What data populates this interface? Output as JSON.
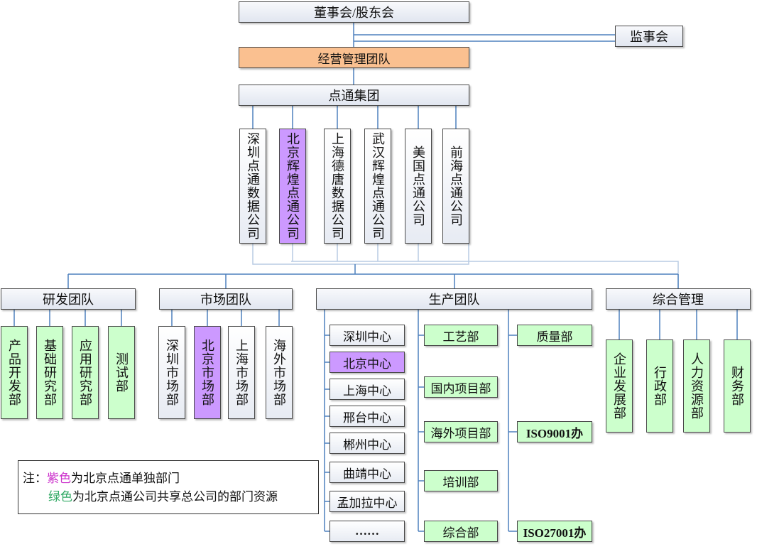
{
  "top": {
    "board": "董事会/股东会",
    "supervisors": "监事会",
    "management": "经营管理团队",
    "group": "点通集团"
  },
  "companies": [
    {
      "label": "深圳点通数据公司",
      "color": "none"
    },
    {
      "label": "北京辉煌点通公司",
      "color": "purple"
    },
    {
      "label": "上海德唐数据公司",
      "color": "none"
    },
    {
      "label": "武汉辉煌点通公司",
      "color": "none"
    },
    {
      "label": "美国点通公司",
      "color": "none"
    },
    {
      "label": "前海点通公司",
      "color": "none"
    }
  ],
  "teams": {
    "rd": {
      "title": "研发团队",
      "depts": [
        {
          "label": "产品开发部",
          "color": "green"
        },
        {
          "label": "基础研究部",
          "color": "green"
        },
        {
          "label": "应用研究部",
          "color": "green"
        },
        {
          "label": "测试部",
          "color": "green"
        }
      ]
    },
    "market": {
      "title": "市场团队",
      "depts": [
        {
          "label": "深圳市场部",
          "color": "none"
        },
        {
          "label": "北京市场部",
          "color": "purple"
        },
        {
          "label": "上海市场部",
          "color": "none"
        },
        {
          "label": "海外市场部",
          "color": "none"
        }
      ]
    },
    "production": {
      "title": "生产团队",
      "centers": [
        {
          "label": "深圳中心",
          "color": "none"
        },
        {
          "label": "北京中心",
          "color": "purple"
        },
        {
          "label": "上海中心",
          "color": "none"
        },
        {
          "label": "邢台中心",
          "color": "none"
        },
        {
          "label": "郴州中心",
          "color": "none"
        },
        {
          "label": "曲靖中心",
          "color": "none"
        },
        {
          "label": "孟加拉中心",
          "color": "none"
        },
        {
          "label": "……",
          "color": "none"
        }
      ],
      "project_depts": [
        {
          "label": "工艺部",
          "color": "green"
        },
        {
          "label": "国内项目部",
          "color": "green"
        },
        {
          "label": "海外项目部",
          "color": "green"
        },
        {
          "label": "培训部",
          "color": "green"
        },
        {
          "label": "综合部",
          "color": "green"
        }
      ],
      "quality_depts": [
        {
          "label": "质量部",
          "color": "green"
        },
        {
          "label": "ISO9001办",
          "color": "green"
        },
        {
          "label": "ISO27001办",
          "color": "green"
        }
      ]
    },
    "admin": {
      "title": "综合管理",
      "depts": [
        {
          "label": "企业发展部",
          "color": "green"
        },
        {
          "label": "行政部",
          "color": "green"
        },
        {
          "label": "人力资源部",
          "color": "green"
        },
        {
          "label": "财务部",
          "color": "green"
        }
      ]
    }
  },
  "note": {
    "prefix": "注：",
    "purple_word": "紫色",
    "purple_rest": "为北京点通单独部门",
    "green_word": "绿色",
    "green_rest": "为北京点通公司共享总公司的部门资源"
  },
  "colors": {
    "purple": "#cc99ff",
    "green": "#ccffcc",
    "management": "#fac090",
    "connector": "#4f81bd"
  }
}
